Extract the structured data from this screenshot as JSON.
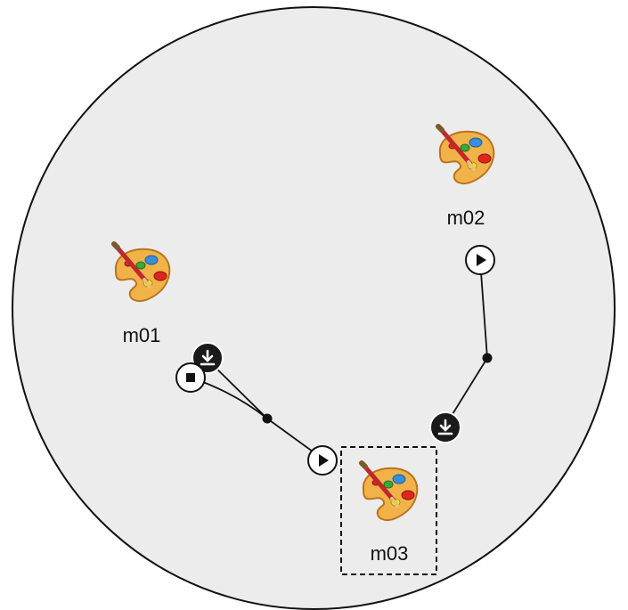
{
  "canvas": {
    "background_color": "#ececec",
    "outline_color": "#111111"
  },
  "nodes": [
    {
      "id": "m01",
      "label": "m01",
      "icon": "palette-icon",
      "selected": false
    },
    {
      "id": "m02",
      "label": "m02",
      "icon": "palette-icon",
      "selected": false
    },
    {
      "id": "m03",
      "label": "m03",
      "icon": "palette-icon",
      "selected": true
    }
  ],
  "ports": [
    {
      "id": "m01-out-download",
      "icon": "download-icon",
      "style": "dark"
    },
    {
      "id": "m01-out-stop",
      "icon": "stop-icon",
      "style": "light"
    },
    {
      "id": "m03-in-play",
      "icon": "play-icon",
      "style": "light"
    },
    {
      "id": "m02-out-play",
      "icon": "play-icon",
      "style": "light"
    },
    {
      "id": "m03-in-download",
      "icon": "download-icon",
      "style": "dark"
    }
  ],
  "connections": [
    {
      "from": "m01",
      "to": "m03"
    },
    {
      "from": "m02",
      "to": "m03"
    }
  ],
  "colors": {
    "palette_wood": "#f2b24a",
    "palette_wood_dark": "#c98220",
    "paint_red": "#e0261c",
    "paint_blue": "#3a8fd8",
    "paint_green": "#3aa83a",
    "paint_yellow": "#f5e020",
    "brush": "#c0282c",
    "port_dark": "#1a1a1a",
    "port_light": "#ffffff"
  }
}
